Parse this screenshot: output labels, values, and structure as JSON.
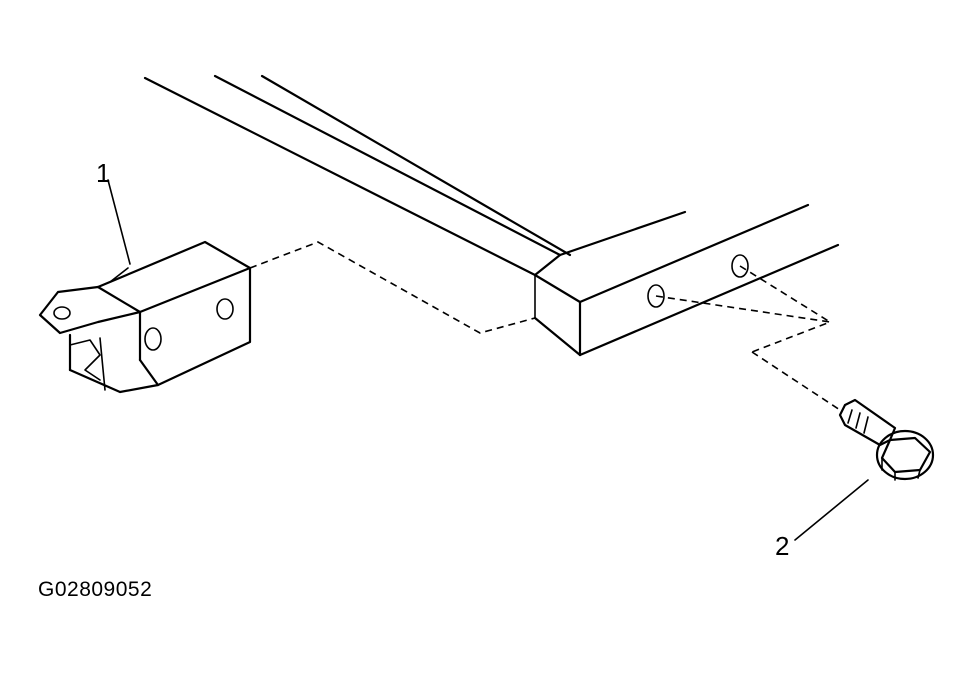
{
  "callouts": {
    "bracket": "1",
    "bolt": "2"
  },
  "figure_id": "G02809052",
  "colors": {
    "line": "#000000",
    "background": "#ffffff"
  }
}
